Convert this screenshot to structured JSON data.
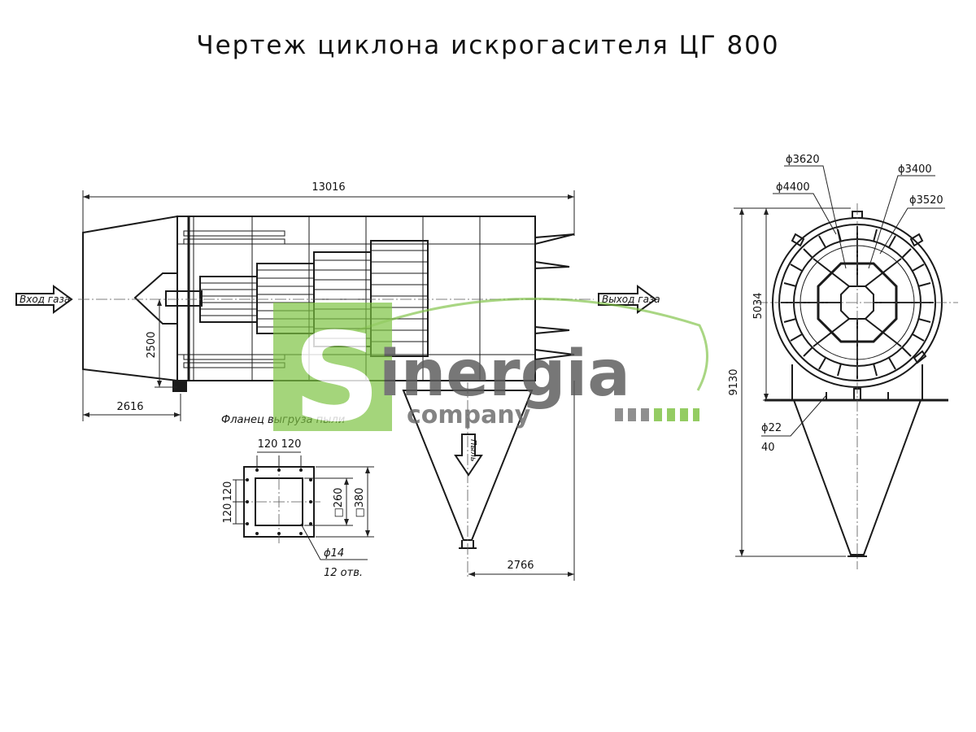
{
  "title": "Чертеж циклона искрогасителя ЦГ 800",
  "side_view": {
    "overall_length": "13016",
    "inlet_label": "Вход газа",
    "outlet_label": "Выход газа",
    "dust_label": "Пыль",
    "height_dim": "2500",
    "offset_dim": "2616",
    "hopper_dim": "2766"
  },
  "flange": {
    "title": "Фланец выгруза пыли",
    "pitch_top_1": "120",
    "pitch_top_2": "120",
    "pitch_left_1": "120",
    "pitch_left_2": "120",
    "inner": "□260",
    "outer": "□380",
    "hole": "ϕ14",
    "holes_count": "12 отв."
  },
  "end_view": {
    "d_3620": "ϕ3620",
    "d_4400": "ϕ4400",
    "d_3400": "ϕ3400",
    "d_3520": "ϕ3520",
    "h_5034": "5034",
    "h_9130": "9130",
    "d_22": "ϕ22",
    "n_40": "40"
  },
  "watermark": {
    "letter": "S",
    "word": "inergia",
    "sub": "company",
    "colors": {
      "green": "#7dc242",
      "grey": "#555555"
    }
  }
}
